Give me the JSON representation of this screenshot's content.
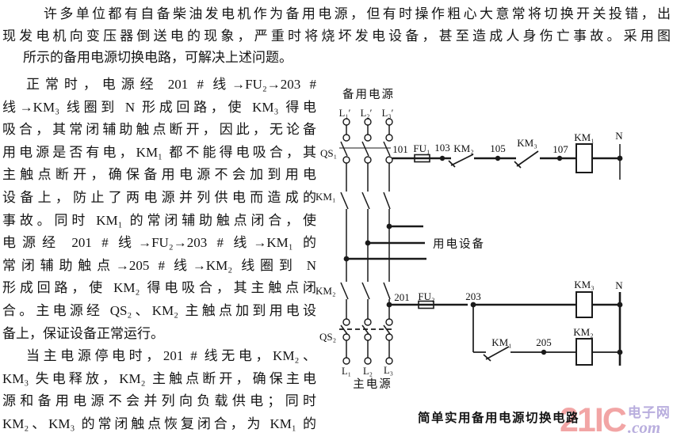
{
  "intro": {
    "lines": [
      "许多单位都有自备柴油发电机作为备用电源，但有时操作粗心大意常将切换开关投错，出",
      "现发电机向变压器倒送电的现象，严重时将烧坏发电设备，甚至造成人身伤亡事故。采用图",
      "所示的备用电源切换电路，可解决上述问题。"
    ]
  },
  "body": {
    "lines": [
      "正常时，电源经 201 # 线→FU₂→203 #",
      "线→KM₃ 线圈到 N 形成回路，使 KM₃ 得电",
      "吸合，其常闭辅助触点断开，因此，无论备",
      "用电源是否有电，KM₁ 都不能得电吸合，其",
      "主触点断开，确保备用电源不会加到用电",
      "设备上，防止了两电源并列供电而造成的",
      "事故。同时 KM₁ 的常闭辅助触点闭合，使",
      "电源经 201 # 线→FU₂→203 # 线→KM₁ 的",
      "常闭辅助触点→205 # 线→KM₂ 线圈到 N",
      "形成回路，使 KM₂ 得电吸合，其主触点闭",
      "合。主电源经 QS₂、KM₂ 主触点加到用电设",
      "备上，保证设备正常运行。",
      "当主电源停电时，201 # 线无电，KM₂、",
      "KM₃ 失电释放，KM₂ 主触点断开，确保主电",
      "源和备用电源不会并列向负载供电；同时",
      "KM₂、KM₃ 的常闭触点恢复闭合，为 KM₁ 的"
    ]
  },
  "diagram": {
    "caption": "简单实用备用电源切换电路",
    "labels": {
      "backup_source": "备用电源",
      "main_source": "主电源",
      "load": "用电设备",
      "l1_prime": "L₁′",
      "l2_prime": "L₂′",
      "l3_prime": "L₃′",
      "l1": "L₁",
      "l2": "L₂",
      "l3": "L₃",
      "qs1": "QS₁",
      "qs2": "QS₂",
      "km1_main": "KM₁",
      "km2_main": "KM₂",
      "wire_101": "101",
      "fu1": "FU₁",
      "wire_103": "103",
      "km2_nc": "KM₂",
      "wire_105": "105",
      "km3_nc": "KM₃",
      "wire_107": "107",
      "km1_coil": "KM₁",
      "neutral_top": "N",
      "wire_201": "201",
      "fu2": "FU₂",
      "wire_203": "203",
      "km3_coil": "KM₃",
      "neutral_bottom": "N",
      "km1_nc": "KM₁",
      "wire_205": "205",
      "km2_coil": "KM₂"
    }
  },
  "watermark": {
    "brand": "21IC",
    "site": "电子网",
    "domain": ".com",
    "brand_color": "#f2a5a5",
    "site_color": "#b9aede"
  }
}
